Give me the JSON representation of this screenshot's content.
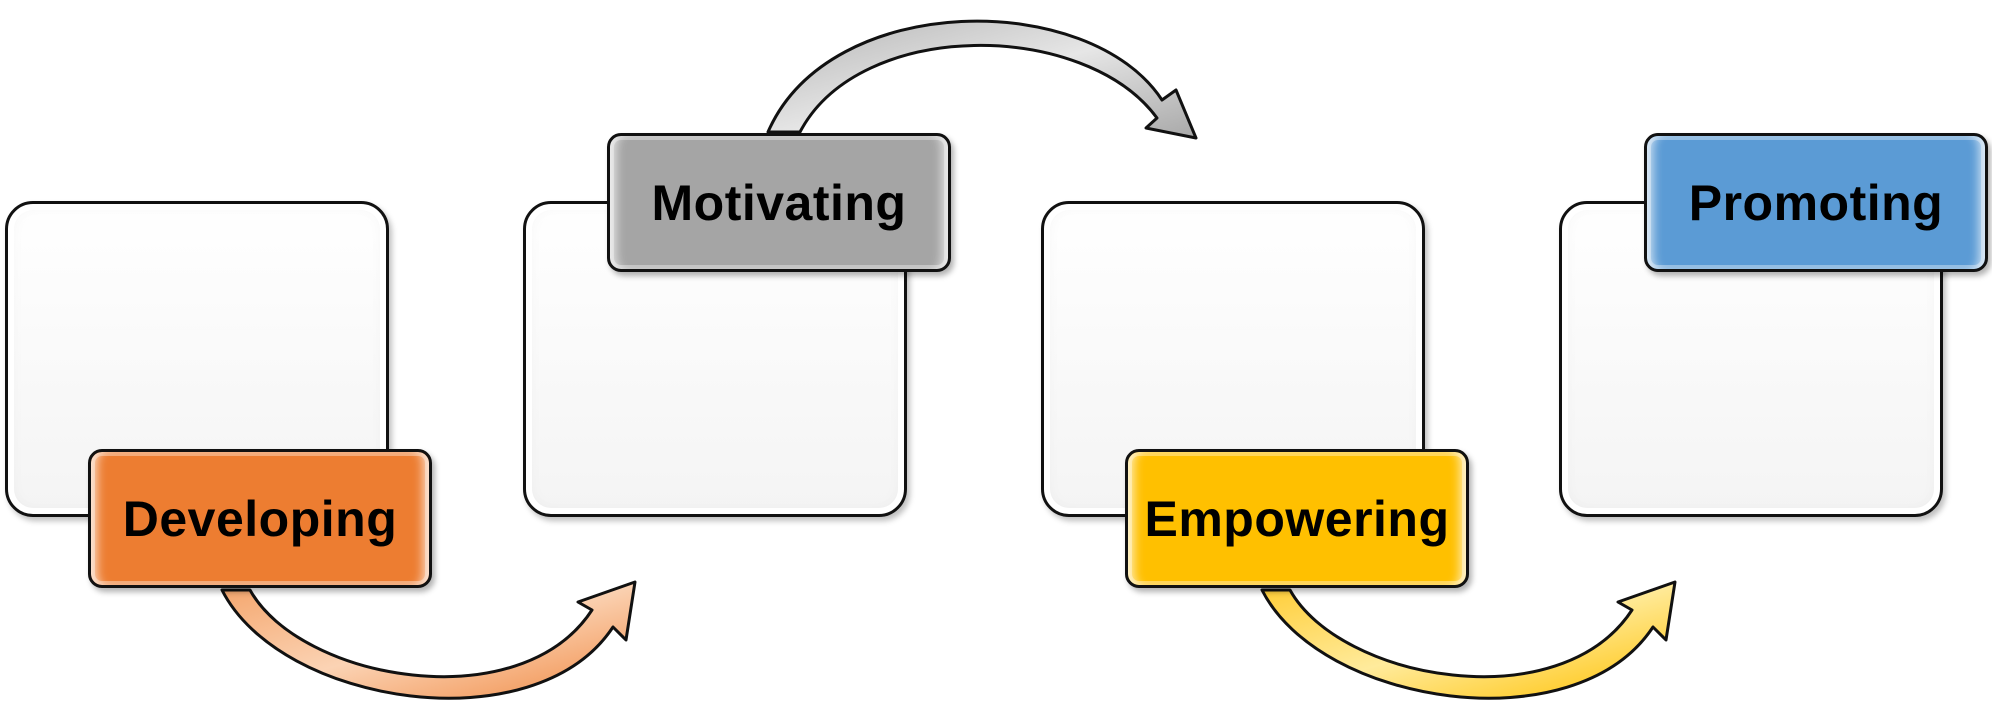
{
  "steps": [
    {
      "label": "Developing",
      "color": "#ED7D31"
    },
    {
      "label": "Motivating",
      "color": "#A5A5A5"
    },
    {
      "label": "Empowering",
      "color": "#FFC000"
    },
    {
      "label": "Promoting",
      "color": "#5B9BD5"
    }
  ],
  "arrow_colors": {
    "orange": "#F4B183",
    "gray": "#C9C9C9",
    "yellow": "#FFD966"
  }
}
